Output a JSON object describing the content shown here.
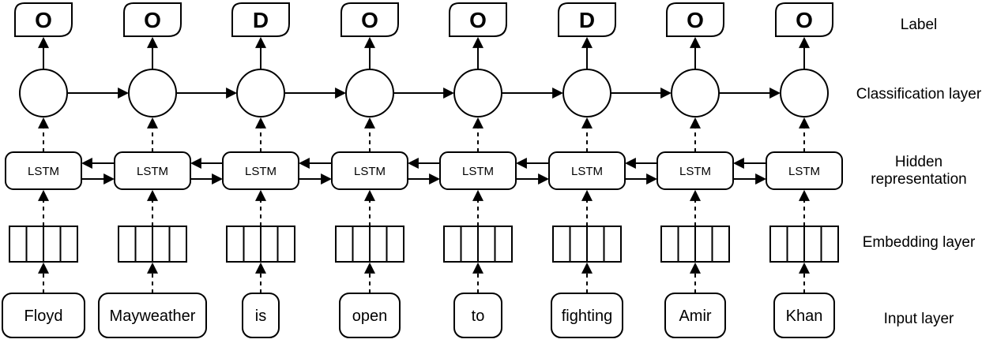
{
  "diagram": {
    "type": "bilstm-sequence-labeling",
    "columns": [
      {
        "word": "Floyd",
        "label": "O"
      },
      {
        "word": "Mayweather",
        "label": "O"
      },
      {
        "word": "is",
        "label": "D"
      },
      {
        "word": "open",
        "label": "O"
      },
      {
        "word": "to",
        "label": "O"
      },
      {
        "word": "fighting",
        "label": "D"
      },
      {
        "word": "Amir",
        "label": "O"
      },
      {
        "word": "Khan",
        "label": "O"
      }
    ],
    "lstm_label": "LSTM",
    "layer_labels": {
      "label": "Label",
      "classification": "Classification layer",
      "hidden_line1": "Hidden",
      "hidden_line2": "representation",
      "embedding": "Embedding layer",
      "input": "Input layer"
    },
    "colors": {
      "stroke": "#000000",
      "background": "#ffffff"
    }
  }
}
